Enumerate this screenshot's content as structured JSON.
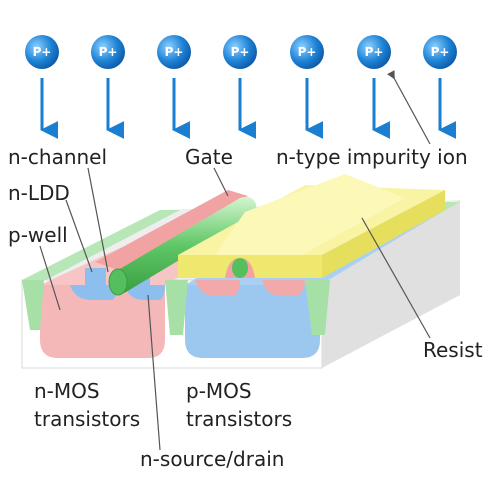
{
  "ions": {
    "label": "P+",
    "count": 7,
    "colors": {
      "fill": "#1f84d6",
      "highlight": "#8fd0ff",
      "arrow": "#1a7fd0"
    }
  },
  "labels": {
    "n_channel": "n-channel",
    "gate": "Gate",
    "n_type_ion": "n-type impurity ion",
    "n_ldd": "n-LDD",
    "p_well": "p-well",
    "resist": "Resist",
    "n_mos_line1": "n-MOS",
    "n_mos_line2": "transistors",
    "p_mos_line1": "p-MOS",
    "p_mos_line2": "transistors",
    "n_source_drain": "n-source/drain"
  },
  "colors": {
    "substrate_side": "#e3e3e3",
    "substrate_top": "#eeeeee",
    "p_well": "#f4b8b8",
    "n_well": "#9cc8f0",
    "isolation": "#a6e0a6",
    "gate": "#67c96c",
    "resist": "#f1ec86",
    "resist_top": "#f8f4a4",
    "leader_line": "#555555"
  }
}
